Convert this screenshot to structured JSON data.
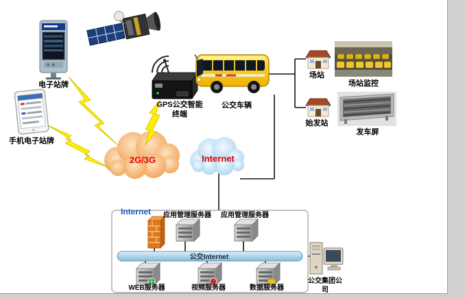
{
  "diagram": {
    "nodes": {
      "electronic_stop_sign": "电子站牌",
      "phone_stop_sign": "手机电子站牌",
      "gps_terminal": "GPS公交智能终端",
      "bus": "公交车辆",
      "station": "场站",
      "station_monitoring": "场站监控",
      "origin_station": "始发站",
      "departure_screen": "发车屏",
      "bus_group_company": "公交集团公司"
    },
    "clouds": {
      "mobile_network": "2G/3G",
      "internet": "Internet"
    },
    "server_zone": {
      "internet_label": "Internet",
      "app_server_left": "应用管理服务器",
      "app_server_right": "应用管理服务器",
      "backbone": "公交Internet",
      "web_server": "WEB服务器",
      "video_server": "视频服务器",
      "data_server": "数据服务器"
    },
    "colors": {
      "cloud_text": "#e60000",
      "internet_label": "#1a56c4",
      "lightning": "#ffee00",
      "mobile_cloud": "#f2994a",
      "internet_cloud": "#b9dcf2",
      "backbone_fill": "#a9d3e8"
    }
  }
}
